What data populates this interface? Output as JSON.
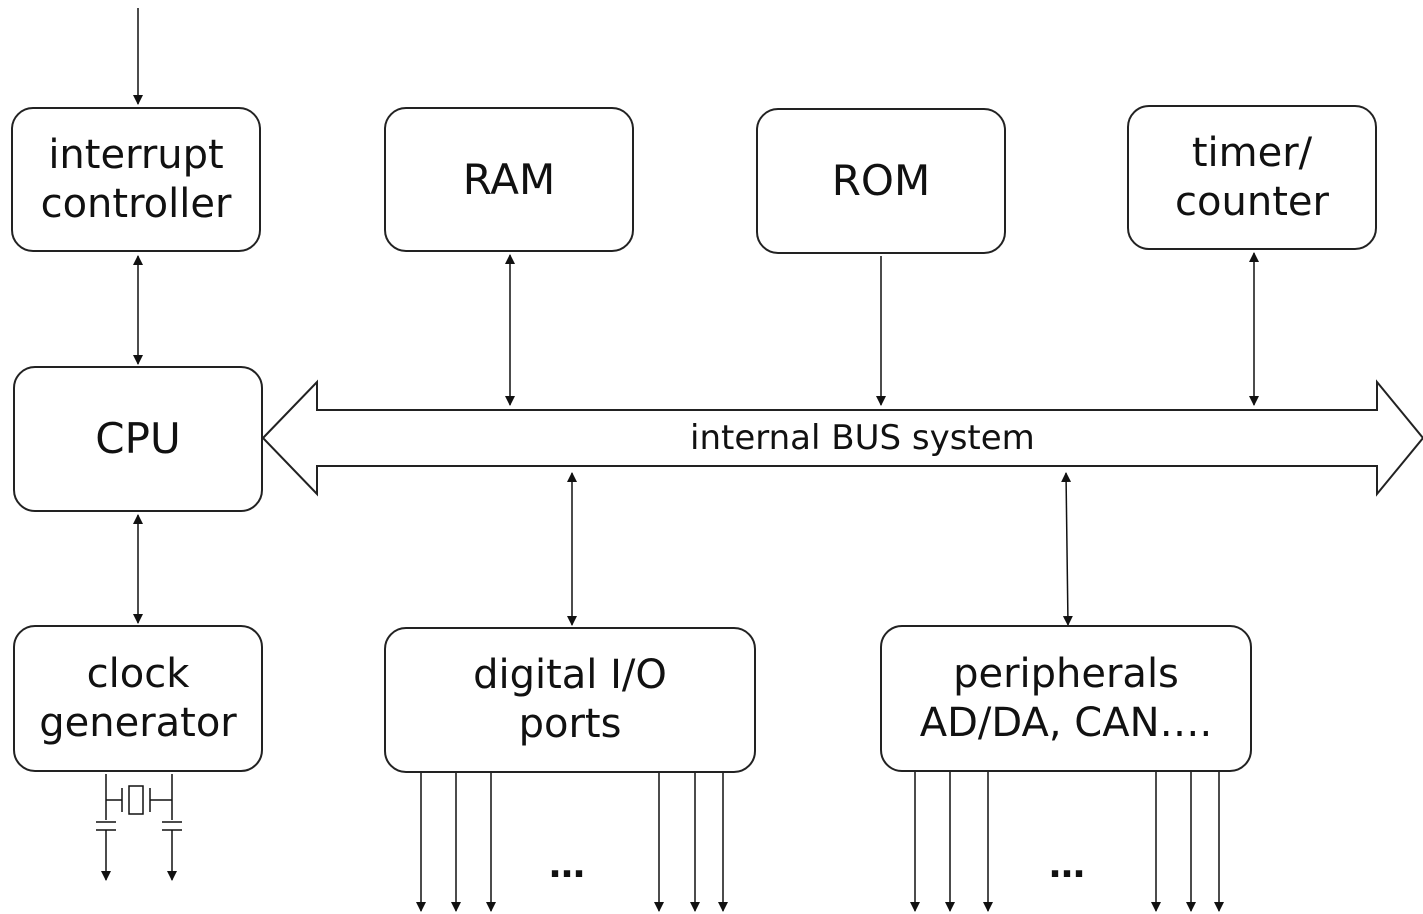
{
  "blocks": {
    "interrupt_controller": {
      "line1": "interrupt",
      "line2": "controller"
    },
    "ram": {
      "label": "RAM"
    },
    "rom": {
      "label": "ROM"
    },
    "timer_counter": {
      "line1": "timer/",
      "line2": "counter"
    },
    "cpu": {
      "label": "CPU"
    },
    "clock_generator": {
      "line1": "clock",
      "line2": "generator"
    },
    "digital_io": {
      "line1": "digital I/O",
      "line2": "ports"
    },
    "peripherals": {
      "line1": "peripherals",
      "line2": "AD/DA, CAN…."
    }
  },
  "bus": {
    "label": "internal BUS system"
  },
  "ellipsis": {
    "io": "…",
    "peripherals": "…"
  }
}
